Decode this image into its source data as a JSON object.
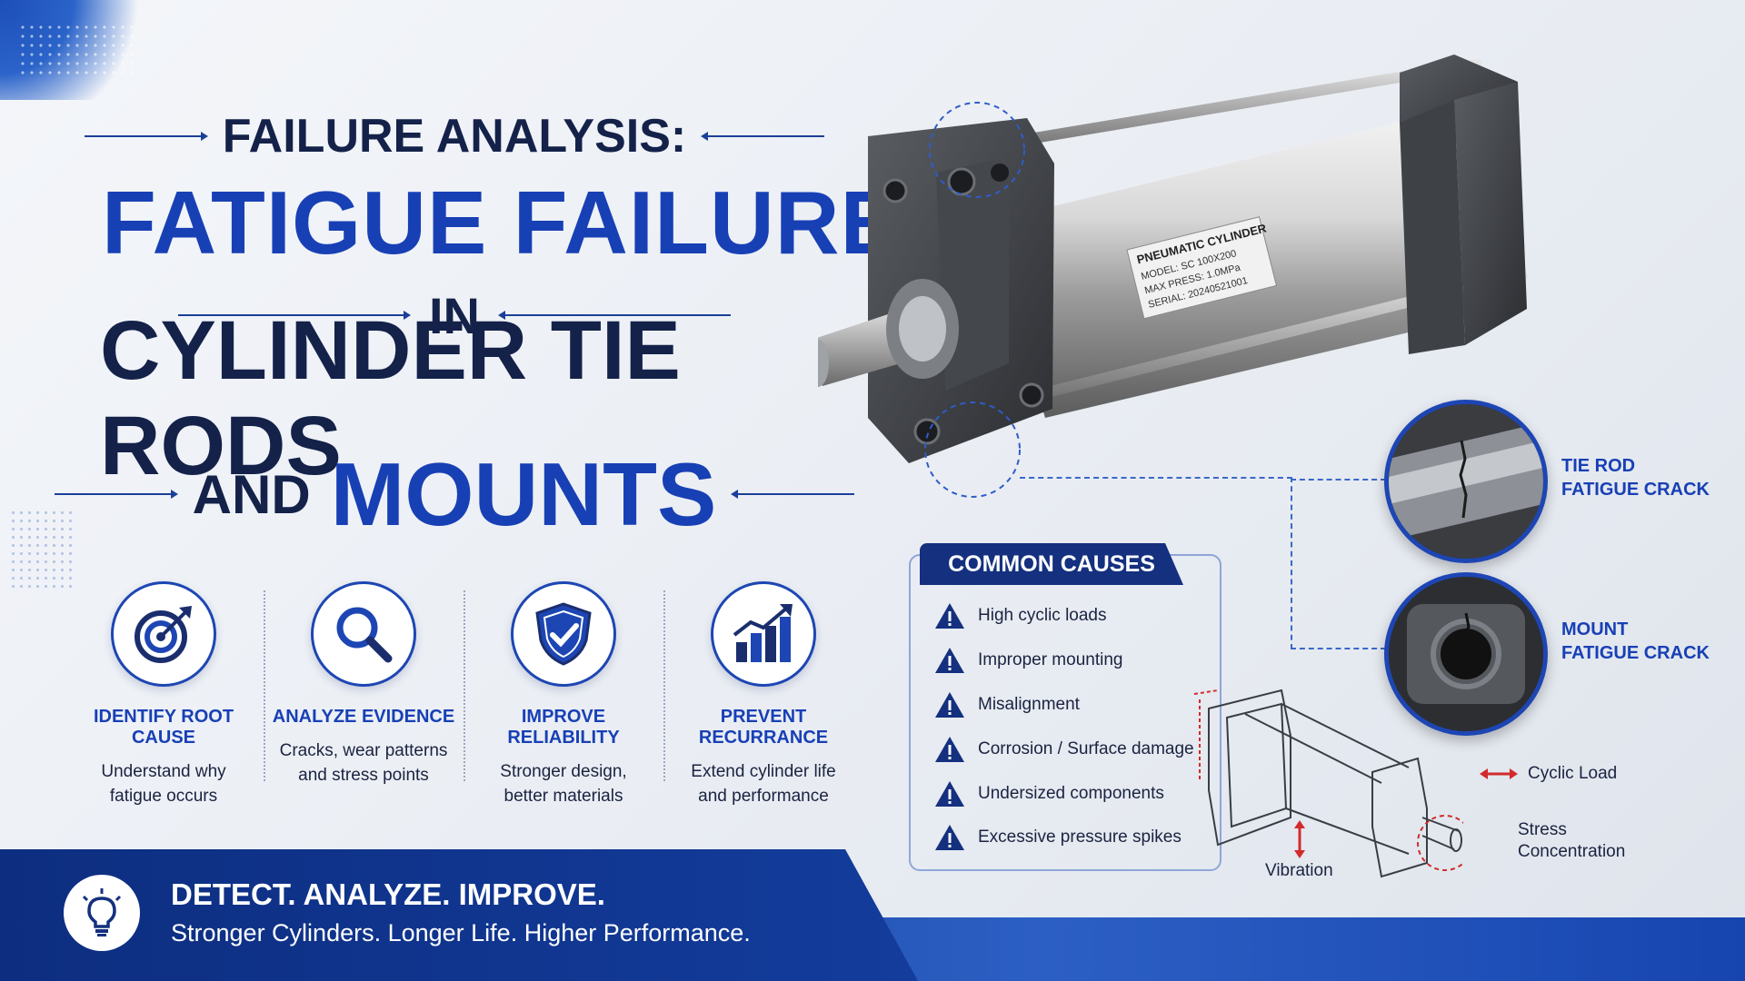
{
  "title": {
    "line1": "FAILURE ANALYSIS:",
    "line2": "FATIGUE FAILURE",
    "line3": "IN",
    "line4": "CYLINDER TIE RODS",
    "line5a": "AND",
    "line5b": "MOUNTS"
  },
  "features": [
    {
      "icon": "target-icon",
      "title": "IDENTIFY ROOT CAUSE",
      "desc1": "Understand why",
      "desc2": "fatigue occurs"
    },
    {
      "icon": "magnifier-icon",
      "title": "ANALYZE EVIDENCE",
      "desc1": "Cracks, wear patterns",
      "desc2": "and stress points"
    },
    {
      "icon": "shield-check-icon",
      "title": "IMPROVE RELIABILITY",
      "desc1": "Stronger design,",
      "desc2": "better materials"
    },
    {
      "icon": "growth-chart-icon",
      "title": "PREVENT RECURRANCE",
      "desc1": "Extend cylinder life",
      "desc2": "and performance"
    }
  ],
  "banner": {
    "headline": "DETECT. ANALYZE. IMPROVE.",
    "subline": "Stronger Cylinders. Longer Life. Higher Performance."
  },
  "cylinder_label": {
    "title": "PNEUMATIC CYLINDER",
    "model": "MODEL: SC 100X200",
    "press": "MAX PRESS: 1.0MPa",
    "serial": "SERIAL: 20240521001"
  },
  "insets": {
    "tie_rod_l1": "TIE ROD",
    "tie_rod_l2": "FATIGUE CRACK",
    "mount_l1": "MOUNT",
    "mount_l2": "FATIGUE CRACK"
  },
  "causes": {
    "header": "COMMON CAUSES",
    "items": [
      "High cyclic loads",
      "Improper mounting",
      "Misalignment",
      "Corrosion / Surface damage",
      "Undersized components",
      "Excessive pressure spikes"
    ]
  },
  "sketch": {
    "cyclic_load": "Cyclic Load",
    "stress1": "Stress",
    "stress2": "Concentration",
    "vibration": "Vibration"
  },
  "colors": {
    "brand_blue": "#1840b5",
    "navy": "#14224a",
    "banner": "#0d2e80"
  }
}
